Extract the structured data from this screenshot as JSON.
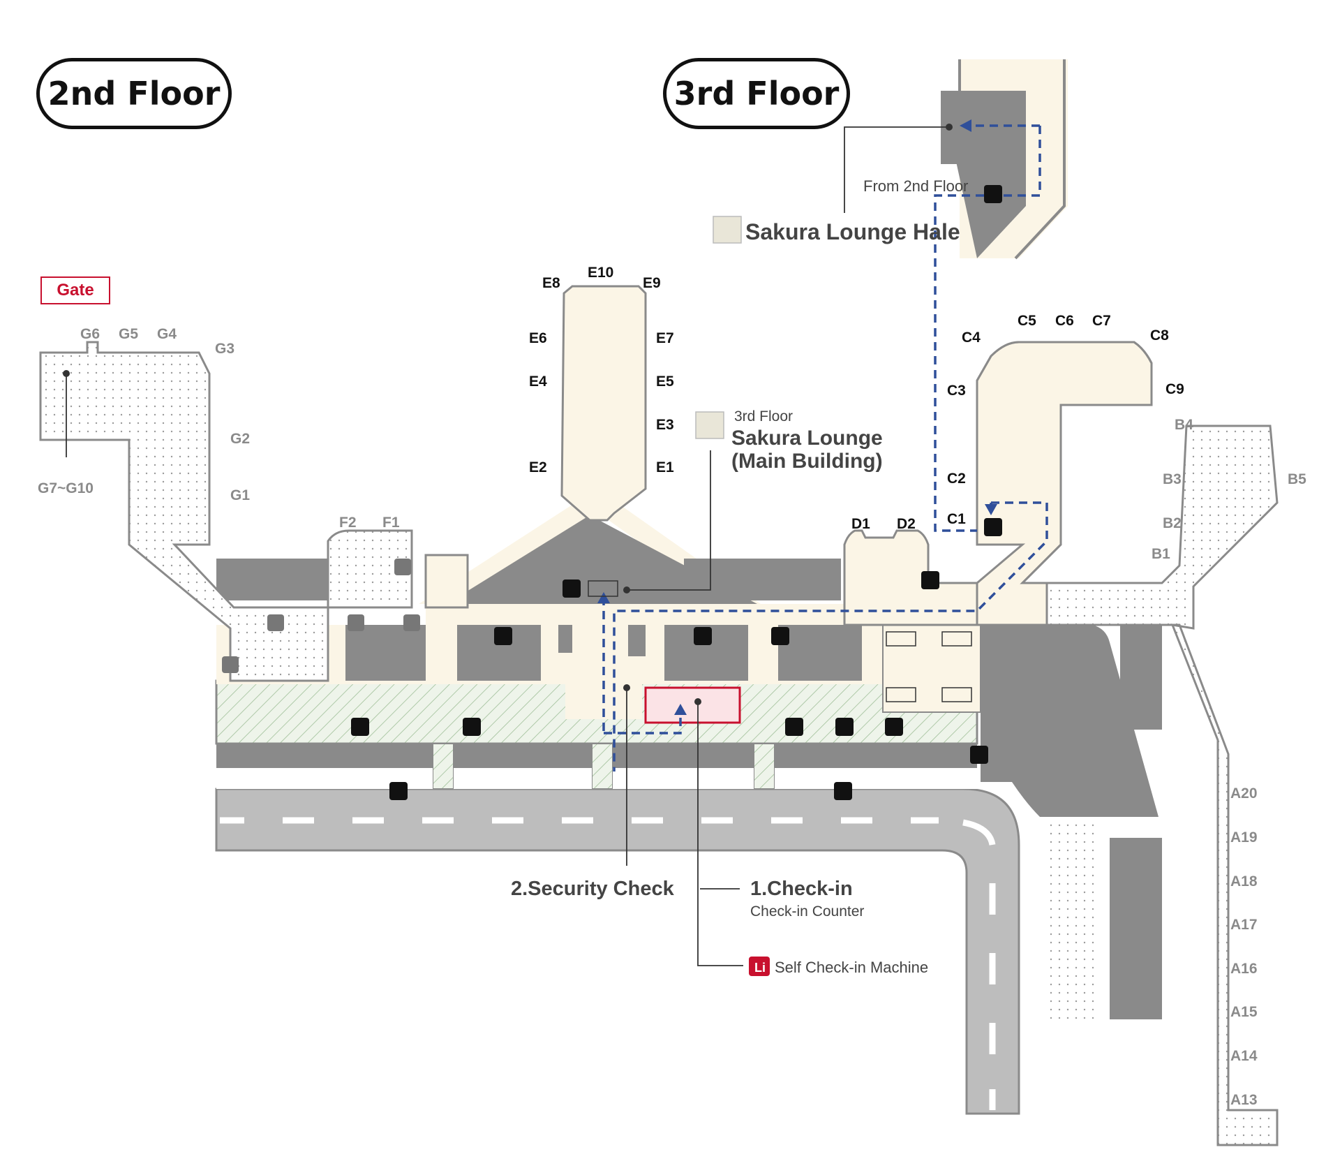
{
  "floors": {
    "second": "2nd Floor",
    "third": "3rd Floor"
  },
  "legend": {
    "gate": "Gate"
  },
  "gates": {
    "G": [
      "G6",
      "G5",
      "G4",
      "G3",
      "G2",
      "G1",
      "G7~G10"
    ],
    "F": [
      "F2",
      "F1"
    ],
    "E": [
      "E10",
      "E8",
      "E9",
      "E6",
      "E7",
      "E4",
      "E5",
      "E3",
      "E2",
      "E1"
    ],
    "D": [
      "D1",
      "D2"
    ],
    "C": [
      "C5",
      "C6",
      "C7",
      "C4",
      "C8",
      "C3",
      "C9",
      "C2",
      "C1"
    ],
    "B": [
      "B4",
      "B5",
      "B3",
      "B2",
      "B1"
    ],
    "A": [
      "A20",
      "A19",
      "A18",
      "A17",
      "A16",
      "A15",
      "A14",
      "A13"
    ]
  },
  "labels": {
    "from_2nd_floor": "From 2nd Floor",
    "lounge_hale": "Sakura Lounge Hale",
    "lounge_main_floor": "3rd Floor",
    "lounge_main_line1": "Sakura Lounge",
    "lounge_main_line2": "(Main Building)",
    "security_check": "2.Security Check",
    "checkin_title": "1.Check-in",
    "checkin_sub": "Check-in Counter",
    "self_checkin": "Self Check-in Machine"
  },
  "colors": {
    "walkway": "#fbf5e6",
    "building": "#8a8a8a",
    "outline": "#8a8a8a",
    "road": "#bdbdbd",
    "route": "#2f4f9a",
    "checkin_red": "#c8102e",
    "checkin_fill": "#fbe3e6",
    "security_green": "#cfe3c9"
  }
}
